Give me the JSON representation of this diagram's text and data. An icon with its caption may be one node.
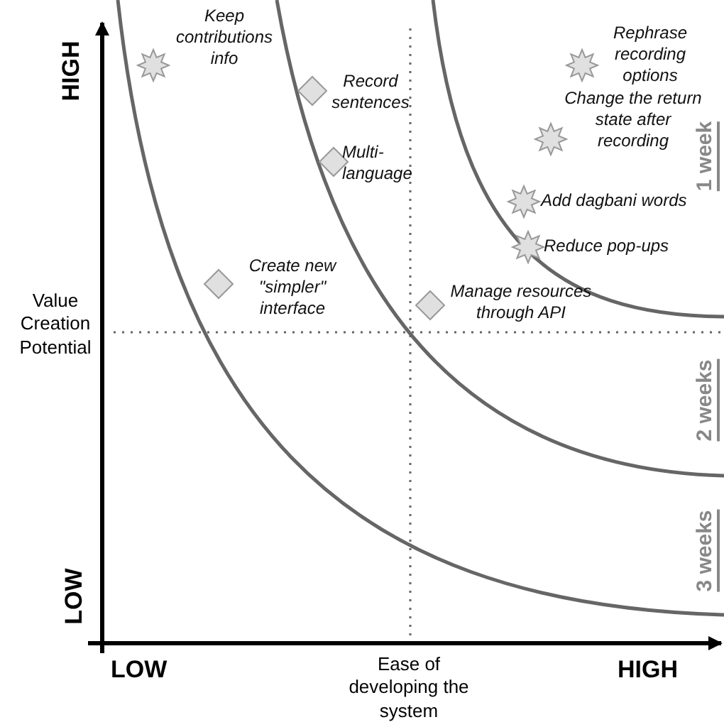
{
  "diagram": {
    "nodes": [
      {
        "text": [],
        "shape": "star",
        "beside": [
          "Keep contributions info"
        ]
      },
      {
        "text": [],
        "shape": "diamond",
        "beside": [
          "Record sentences"
        ]
      },
      {
        "text": [],
        "shape": "diamond",
        "beside": [
          "Multi-language"
        ]
      },
      {
        "text": [],
        "shape": "diamond",
        "beside": [
          "Create new \"simpler\" interface"
        ]
      },
      {
        "text": [],
        "shape": "diamond",
        "beside": [
          "Manage resources through API"
        ]
      },
      {
        "text": [],
        "shape": "star",
        "beside": [
          "Rephrase recording options"
        ]
      },
      {
        "text": [],
        "shape": "star",
        "beside": [
          "Change the return state after recording"
        ]
      },
      {
        "text": [],
        "shape": "star",
        "beside": [
          "Add dagbani words"
        ]
      },
      {
        "text": [],
        "shape": "star",
        "beside": [
          "Reduce pop-ups"
        ]
      }
    ],
    "labels": [
      "HIGH",
      "1 week",
      "Value Creation Potential",
      "2 weeks",
      "3 weeks",
      "LOW",
      "LOW",
      "Ease of developing the system",
      "HIGH"
    ]
  }
}
